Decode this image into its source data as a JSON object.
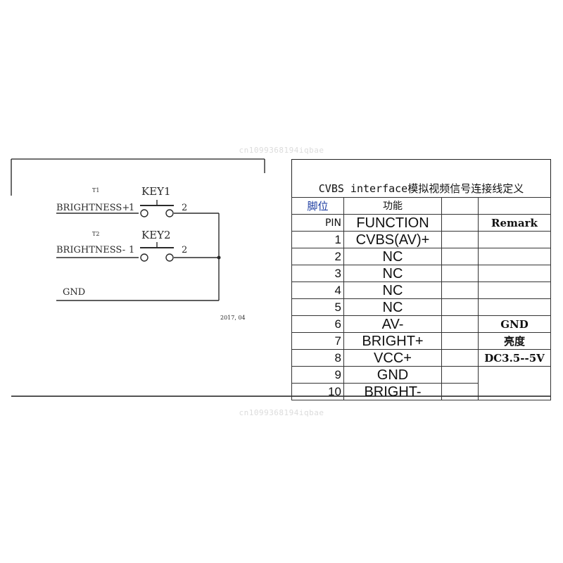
{
  "watermark": "cn1099368194iqbae",
  "circuit": {
    "switch1": {
      "ref": "T1",
      "name": "KEY1",
      "net": "BRIGHTNESS+",
      "pin1": "1",
      "pin2": "2"
    },
    "switch2": {
      "ref": "T2",
      "name": "KEY2",
      "net": "BRIGHTNESS-",
      "pin1": "1",
      "pin2": "2"
    },
    "ground_net": "GND",
    "date": "2017, 04"
  },
  "table": {
    "title": "CVBS interface模拟视频信号连接线定义",
    "header_cn": {
      "pin": "脚位",
      "function": "功能"
    },
    "header_en": {
      "pin": "PIN",
      "function": "FUNCTION",
      "remark": "Remark"
    },
    "rows": [
      {
        "pin": "1",
        "function": "CVBS(AV)+",
        "remark": ""
      },
      {
        "pin": "2",
        "function": "NC",
        "remark": ""
      },
      {
        "pin": "3",
        "function": "NC",
        "remark": ""
      },
      {
        "pin": "4",
        "function": "NC",
        "remark": ""
      },
      {
        "pin": "5",
        "function": "NC",
        "remark": ""
      },
      {
        "pin": "6",
        "function": "AV-",
        "remark": "GND"
      },
      {
        "pin": "7",
        "function": "BRIGHT+",
        "remark": "亮度"
      },
      {
        "pin": "8",
        "function": "VCC+",
        "remark": "DC3.5--5V"
      },
      {
        "pin": "9",
        "function": "GND",
        "remark": ""
      },
      {
        "pin": "10",
        "function": "BRIGHT-",
        "remark": ""
      }
    ]
  }
}
